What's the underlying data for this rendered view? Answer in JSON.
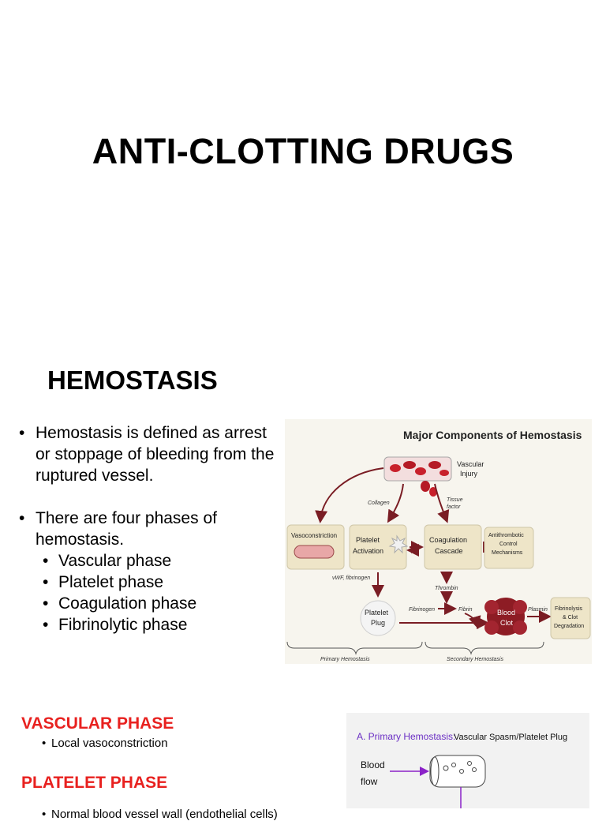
{
  "slide1": {
    "title": "ANTI-CLOTTING DRUGS"
  },
  "slide2": {
    "heading": "HEMOSTASIS",
    "bullets": [
      "Hemostasis is defined as arrest or stoppage of bleeding from the ruptured vessel.",
      "There are four phases of hemostasis."
    ],
    "sub_bullets": [
      "Vascular phase",
      "Platelet phase",
      "Coagulation phase",
      "Fibrinolytic phase"
    ]
  },
  "diagram": {
    "title": "Major Components of Hemostasis",
    "vascular_injury": [
      "Vascular",
      "Injury"
    ],
    "collagen": "Collagen",
    "tissue_factor": [
      "Tissue",
      "factor"
    ],
    "vasoconstriction": "Vasoconstriction",
    "platelet_activation": [
      "Platelet",
      "Activation"
    ],
    "coagulation_cascade": [
      "Coagulation",
      "Cascade"
    ],
    "antithrombotic": [
      "Antithrombotic",
      "Control",
      "Mechanisms"
    ],
    "vwf": "vWF, fibrinogen",
    "thrombin": "Thrombin",
    "platelet_plug": [
      "Platelet",
      "Plug"
    ],
    "fibrinogen": "Fibrinogen",
    "fibrin": "Fibrin",
    "blood_clot": [
      "Blood",
      "Clot"
    ],
    "plasmin": "Plasmin",
    "fibrinolysis": [
      "Fibrinolysis",
      "& Clot",
      "Degradation"
    ],
    "primary": "Primary Hemostasis",
    "secondary": "Secondary Hemostasis",
    "colors": {
      "arrow": "#7a1d24",
      "box": "#eee5c8",
      "red": "#c8202b"
    }
  },
  "slide3": {
    "vascular_heading": "VASCULAR PHASE",
    "vascular_bullet": "Local vasoconstriction",
    "platelet_heading": "PLATELET PHASE",
    "platelet_bullet": "Normal blood vessel wall (endothelial cells)"
  },
  "diagram2": {
    "title_a": "A. Primary Hemostasis:",
    "title_b": "Vascular Spasm/Platelet Plug",
    "blood_flow": [
      "Blood",
      "flow"
    ],
    "colors": {
      "arrow": "#8b22c8",
      "title": "#6b2fc4"
    }
  }
}
